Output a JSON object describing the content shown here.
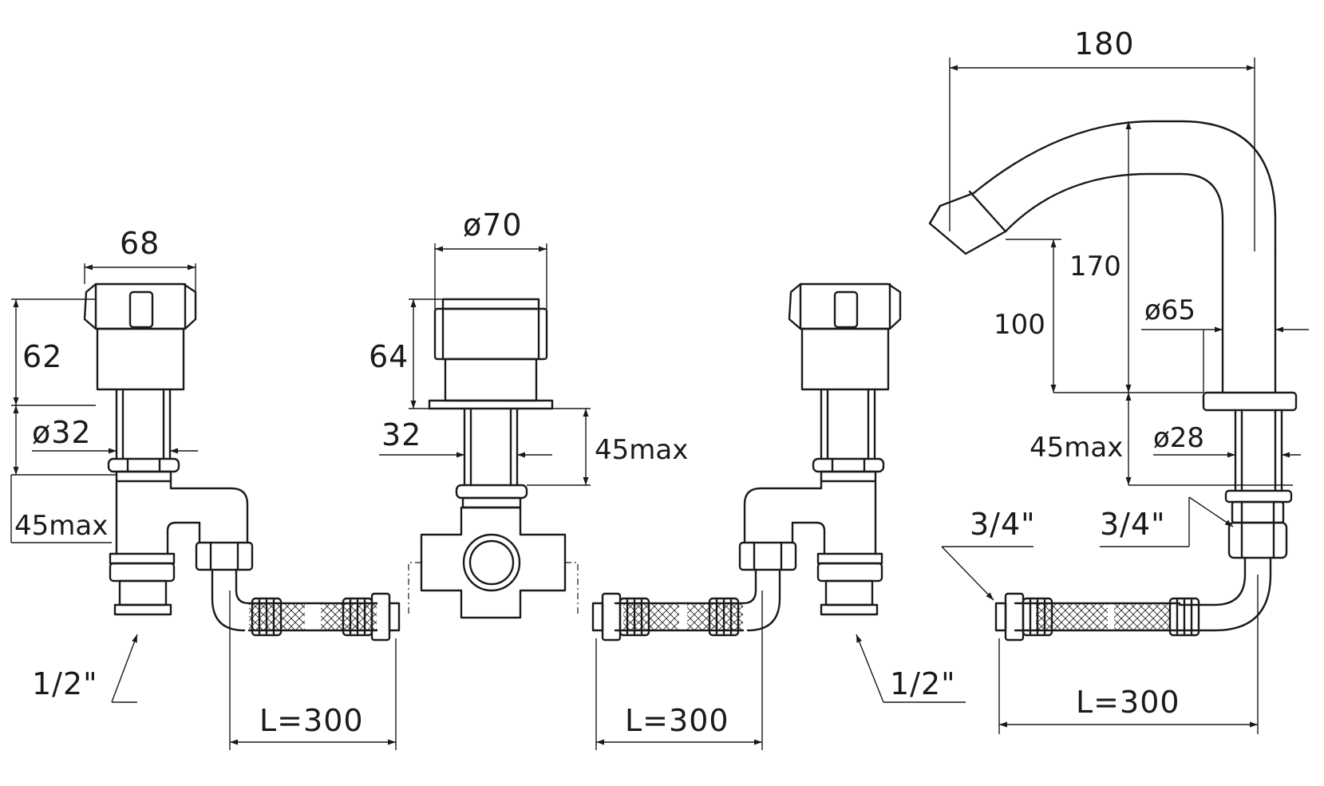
{
  "labels": {
    "hot_handle_width": "68",
    "hot_handle_height": "62",
    "hot_stem_diameter": "ø32",
    "hot_mount_max": "45max",
    "hot_inlet_thread": "1/2\"",
    "diverter_diameter": "ø70",
    "diverter_height": "64",
    "diverter_stem": "32",
    "diverter_mount_max": "45max",
    "cold_inlet_thread": "1/2\"",
    "spout_reach": "180",
    "spout_height": "170",
    "spout_clearance": "100",
    "spout_base_diameter": "ø65",
    "spout_stem_diameter": "ø28",
    "spout_mount_max": "45max",
    "spout_thread_left": "3/4\"",
    "spout_thread_right": "3/4\"",
    "hose_length_left": "L=300",
    "hose_length_mid": "L=300",
    "hose_length_right": "L=300"
  },
  "colors": {
    "line": "#1a1a1a",
    "background": "#ffffff"
  }
}
